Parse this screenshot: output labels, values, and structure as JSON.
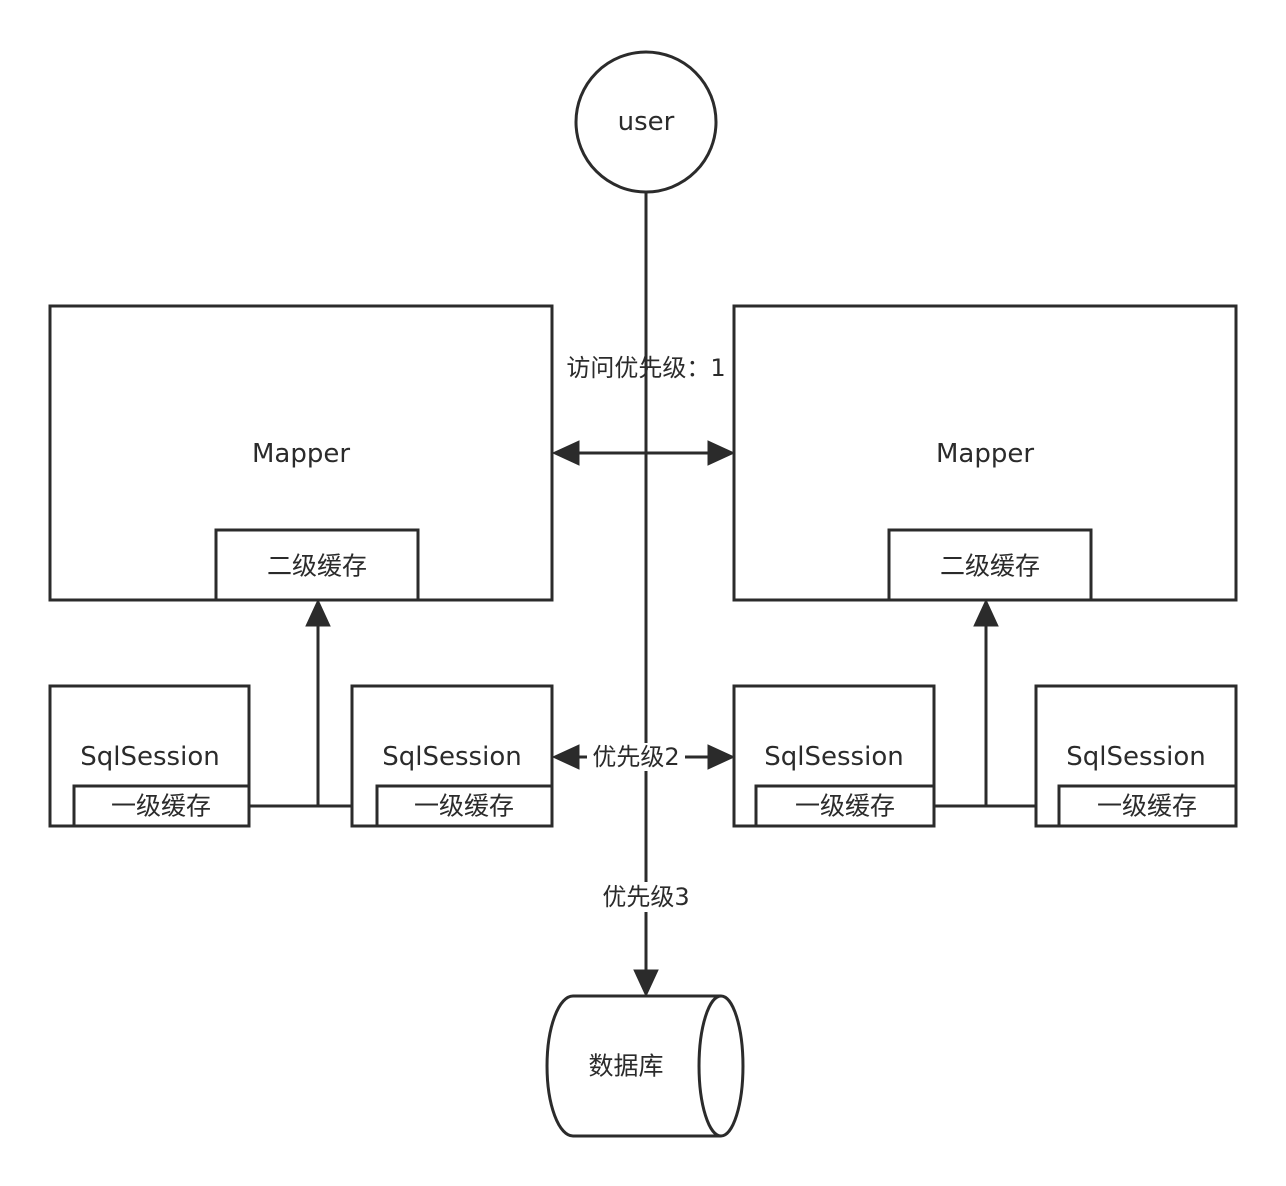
{
  "user": {
    "label": "user"
  },
  "mappers": [
    {
      "title": "Mapper",
      "cache_label": "二级缓存"
    },
    {
      "title": "Mapper",
      "cache_label": "二级缓存"
    }
  ],
  "sessions": [
    {
      "title": "SqlSession",
      "cache_label": "一级缓存"
    },
    {
      "title": "SqlSession",
      "cache_label": "一级缓存"
    },
    {
      "title": "SqlSession",
      "cache_label": "一级缓存"
    },
    {
      "title": "SqlSession",
      "cache_label": "一级缓存"
    }
  ],
  "database": {
    "label": "数据库"
  },
  "priorities": {
    "level1": "访问优先级：1",
    "level2": "优先级2",
    "level3": "优先级3"
  }
}
